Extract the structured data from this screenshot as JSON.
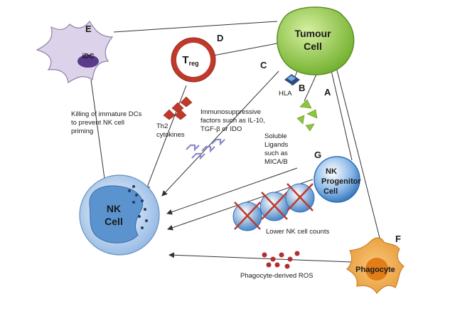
{
  "cells": {
    "tumour": "Tumour",
    "tumour_line2": "Cell",
    "treg_main": "T",
    "treg_sub": "reg",
    "idc": "iDC",
    "nk": "NK",
    "nk_line2": "Cell",
    "progenitor": "NK",
    "progenitor_line2": "Progenitor",
    "progenitor_line3": "Cell",
    "phagocyte": "Phagocyte"
  },
  "letters": {
    "a": "A",
    "b": "B",
    "c": "C",
    "d": "D",
    "e": "E",
    "f": "F",
    "g": "G"
  },
  "labels": {
    "idc_killing": [
      "Killing of immature DCs",
      "to prevent NK cell",
      "priming"
    ],
    "th2": [
      "Th2",
      "cytokines"
    ],
    "immunosuppressive": [
      "Immunosuppressive",
      "factors such as IL-10,",
      "TGF-β or IDO"
    ],
    "hla": "HLA",
    "soluble": [
      "Soluble",
      "Ligands",
      "such as",
      "MICA/B"
    ],
    "lower_counts": "Lower NK cell counts",
    "ros": "Phagocyte-derived ROS"
  },
  "colors": {
    "tumour_fill": "#8cc63e",
    "treg_ring": "#c0392b",
    "idc_fill": "#d8cfe8",
    "idc_nucleus": "#5a3a8a",
    "nk_fill": "#a9c8ea",
    "nk_nucleus": "#4a86c5",
    "progenitor_fill": "#4f8fd1",
    "phagocyte_fill": "#f0a84a",
    "phagocyte_nucleus": "#e07b16",
    "th2_fill": "#c0392b",
    "soluble_fill": "#8cc63e",
    "ros_fill": "#b03030",
    "cross": "#c0392b",
    "arrow": "#333333"
  }
}
